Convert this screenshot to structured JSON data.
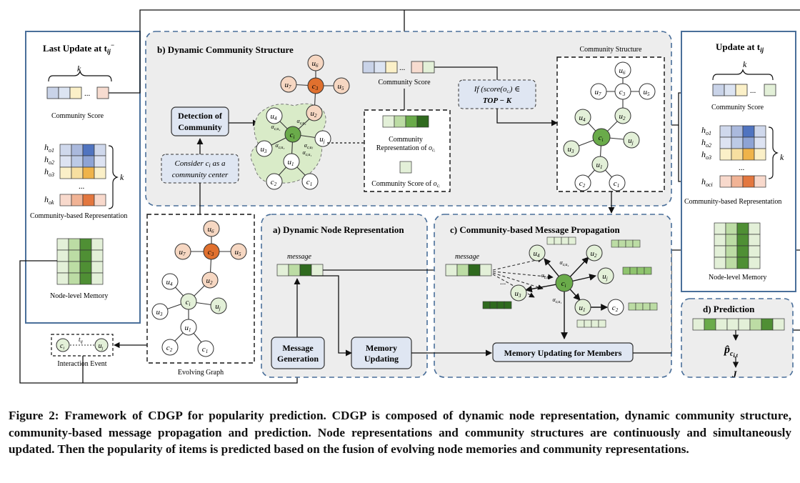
{
  "panels": {
    "last_update_title": "Last Update at t",
    "last_update_sub": "ij",
    "last_update_sup": "−",
    "update_title": "Update at t",
    "update_sub": "ij",
    "b_title": "b) Dynamic Community Structure",
    "a_title": "a) Dynamic Node Representation",
    "c_title": "c) Community-based Message Propagation",
    "d_title": "d) Prediction"
  },
  "labels": {
    "k": "k",
    "community_score": "Community Score",
    "community_based_representation": "Community-based Representation",
    "node_level_memory": "Node-level Memory",
    "interaction_event": "Interaction Event",
    "evolving_graph": "Evolving Graph",
    "community_structure": "Community Structure",
    "community_representation_of": "Community",
    "community_representation_of2": "Representation of",
    "community_score_of": "Community Score of",
    "message": "message",
    "dots": "...",
    "h_left": [
      "h",
      "h",
      "h",
      "h"
    ],
    "h_left_sub": [
      "o1",
      "o2",
      "o3",
      "ok"
    ],
    "h_right": [
      "h",
      "h",
      "h",
      "h"
    ],
    "h_right_sub": [
      "o1",
      "o2",
      "o3",
      "oci"
    ],
    "t_ij": "t",
    "t_ij_sub": "ij"
  },
  "boxes": {
    "detection": [
      "Detection of",
      "Community"
    ],
    "consider": [
      "Consider c",
      "as a",
      "community center"
    ],
    "if_score": [
      "If (score(o",
      ") ∈",
      "TOP − K"
    ],
    "message_generation": [
      "Message",
      "Generation"
    ],
    "memory_updating": [
      "Memory",
      "Updating"
    ],
    "memory_updating_members": "Memory Updating for Members"
  },
  "prediction": {
    "p_hat": "p̂",
    "p_sub": "c",
    "p_sub2": "i,t",
    "arrow_label": "J"
  },
  "nodes": {
    "c3": "c",
    "c3_sub": "3",
    "ci": "c",
    "ci_sub": "i",
    "u": "u"
  },
  "colors": {
    "panel_bg": "#ededed",
    "panel_border": "#4a6f9a",
    "box_fill": "#dfe6f2",
    "node_green": "#e3f0d8",
    "node_green_dark": "#6aab4a",
    "node_orange": "#e0702e",
    "node_light_orange": "#f6d7c2",
    "community_blob": "#d9ebc8"
  },
  "caption": "Figure 2: Framework of CDGP for popularity prediction. CDGP is composed of dynamic node representation, dynamic community structure, community-based message propagation and prediction. Node representations and community structures are continuously and simultaneously updated. Then the popularity of items is predicted based on the fusion of evolving node memories and community representations."
}
